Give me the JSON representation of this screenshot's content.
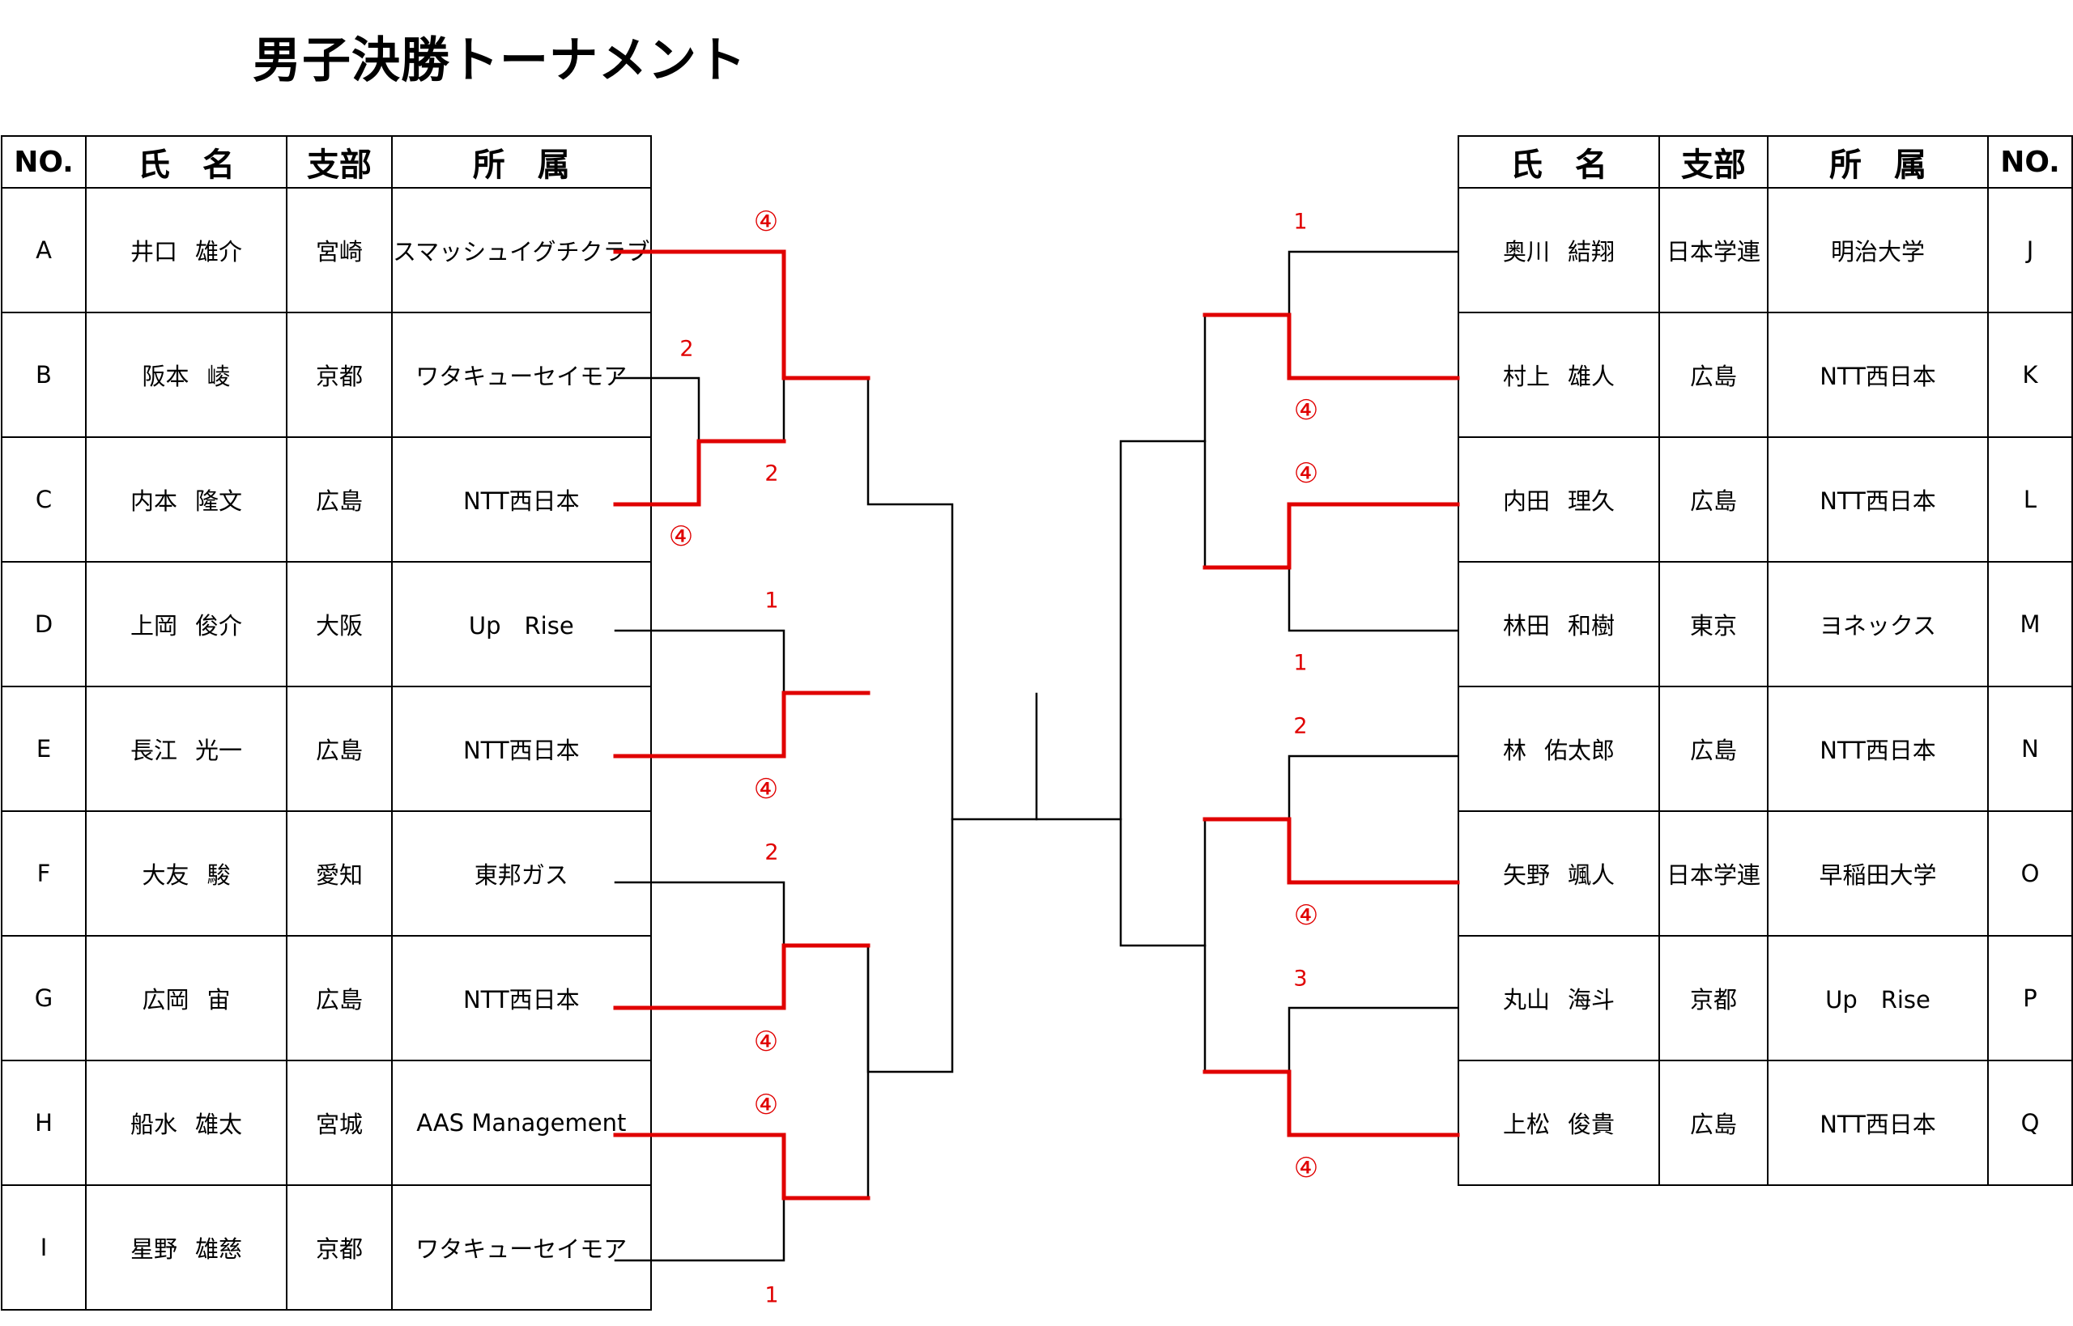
{
  "title": "男子決勝トーナメント",
  "headers": {
    "no": "NO.",
    "name": "氏　名",
    "branch": "支部",
    "affiliation": "所　属"
  },
  "left_players": [
    {
      "no": "A",
      "family": "井口",
      "given": "雄介",
      "branch": "宮崎",
      "affiliation": "スマッシュイグチクラブ"
    },
    {
      "no": "B",
      "family": "阪本",
      "given": "崚",
      "branch": "京都",
      "affiliation": "ワタキューセイモア"
    },
    {
      "no": "C",
      "family": "内本",
      "given": "隆文",
      "branch": "広島",
      "affiliation": "NTT西日本"
    },
    {
      "no": "D",
      "family": "上岡",
      "given": "俊介",
      "branch": "大阪",
      "affiliation": "Up　Rise"
    },
    {
      "no": "E",
      "family": "長江",
      "given": "光一",
      "branch": "広島",
      "affiliation": "NTT西日本"
    },
    {
      "no": "F",
      "family": "大友",
      "given": "駿",
      "branch": "愛知",
      "affiliation": "東邦ガス"
    },
    {
      "no": "G",
      "family": "広岡",
      "given": "宙",
      "branch": "広島",
      "affiliation": "NTT西日本"
    },
    {
      "no": "H",
      "family": "船水",
      "given": "雄太",
      "branch": "宮城",
      "affiliation": "AAS Management"
    },
    {
      "no": "I",
      "family": "星野",
      "given": "雄慈",
      "branch": "京都",
      "affiliation": "ワタキューセイモア"
    }
  ],
  "right_players": [
    {
      "no": "J",
      "family": "奥川",
      "given": "結翔",
      "branch": "日本学連",
      "affiliation": "明治大学"
    },
    {
      "no": "K",
      "family": "村上",
      "given": "雄人",
      "branch": "広島",
      "affiliation": "NTT西日本"
    },
    {
      "no": "L",
      "family": "内田",
      "given": "理久",
      "branch": "広島",
      "affiliation": "NTT西日本"
    },
    {
      "no": "M",
      "family": "林田",
      "given": "和樹",
      "branch": "東京",
      "affiliation": "ヨネックス"
    },
    {
      "no": "N",
      "family": "林",
      "given": "佑太郎",
      "branch": "広島",
      "affiliation": "NTT西日本"
    },
    {
      "no": "O",
      "family": "矢野",
      "given": "颯人",
      "branch": "日本学連",
      "affiliation": "早稲田大学"
    },
    {
      "no": "P",
      "family": "丸山",
      "given": "海斗",
      "branch": "京都",
      "affiliation": "Up　Rise"
    },
    {
      "no": "Q",
      "family": "上松",
      "given": "俊貴",
      "branch": "広島",
      "affiliation": "NTT西日本"
    }
  ],
  "scores": {
    "a": "④",
    "b": "2",
    "bc_winner": "2",
    "c": "④",
    "d": "1",
    "e": "④",
    "f": "2",
    "g": "④",
    "h": "④",
    "i": "1",
    "j": "1",
    "k": "④",
    "l": "④",
    "m": "1",
    "n": "2",
    "o": "④",
    "p": "3",
    "q": "④"
  },
  "colors": {
    "winner_line": "#e00000",
    "line": "#000000",
    "score_text": "#e00000"
  }
}
